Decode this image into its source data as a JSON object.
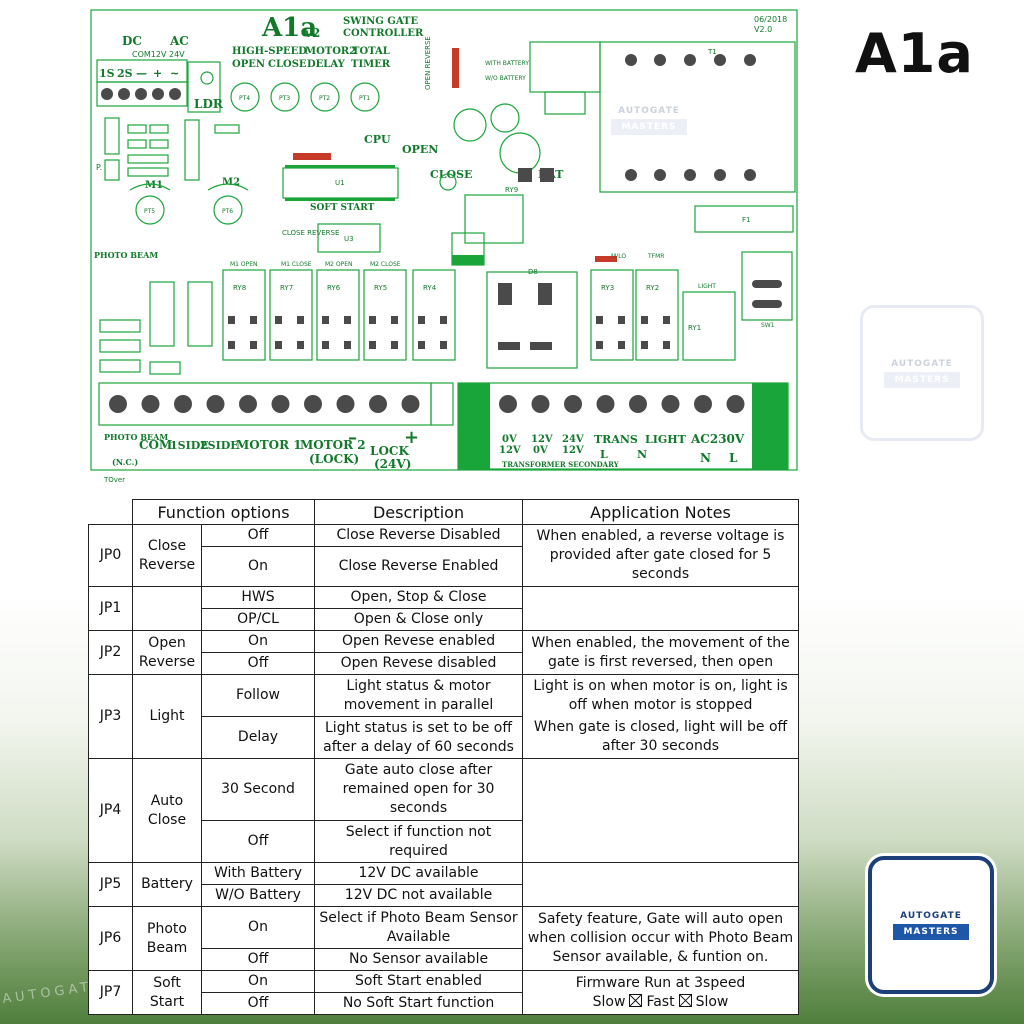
{
  "brand": {
    "model": "A1a",
    "watermark_top": "AUTOGATE",
    "watermark_bottom": "MASTERS"
  },
  "board": {
    "model": "A1a",
    "model_sub": "v2",
    "title_lines": [
      "SWING GATE",
      "CONTROLLER"
    ],
    "date": "06/2018",
    "version": "V2.0",
    "power_labels": {
      "dc": "DC",
      "ac": "AC",
      "row": "COM12V 24V"
    },
    "input_labels": [
      "1S",
      "2S",
      "—",
      "+",
      "~"
    ],
    "ldr": "LDR",
    "pots": [
      "HIGH-SPEED",
      "MOTOR2",
      "TOTAL"
    ],
    "pots_row2": [
      "OPEN",
      "CLOSE",
      "DELAY",
      "TIMER"
    ],
    "pot_ids": [
      "PT4",
      "PT3",
      "PT2",
      "PT1",
      "PT5",
      "PT6"
    ],
    "labels": {
      "cpu": "CPU",
      "open": "OPEN",
      "close": "CLOSE",
      "bat": "BAT",
      "soft_start": "SOFT START",
      "photo_beam": "PHOTO BEAM",
      "m1": "M1",
      "m2": "M2",
      "light": "LIGHT",
      "with_battery": "WITH BATTERY",
      "wo_battery": "W/O BATTERY",
      "close_reverse": "CLOSE REVERSE",
      "open_reverse": "OPEN REVERSE",
      "t1": "T1",
      "f1": "F1",
      "sw1": "SW1",
      "ry9": "RY9",
      "ry1": "RY1",
      "u1": "U1",
      "u3": "U3",
      "d8": "D8",
      "tover": "TOver"
    },
    "relay_labels": [
      "RY8",
      "RY7",
      "RY6",
      "RY5",
      "RY4",
      "RY3",
      "RY2"
    ],
    "relay_heads": [
      "M1 OPEN",
      "M1 CLOSE",
      "M2 OPEN",
      "M2 CLOSE",
      "M/LO",
      "TFMR"
    ],
    "terminal_labels": [
      {
        "t": "PHOTO BEAM",
        "s": "(N.C.)"
      },
      {
        "t": "COM",
        "s": ""
      },
      {
        "t": "1SIDE",
        "s": ""
      },
      {
        "t": "2SIDE",
        "s": ""
      },
      {
        "t": "MOTOR 1",
        "s": ""
      },
      {
        "t": "MOTOR 2",
        "s": "(LOCK)"
      },
      {
        "t": "LOCK",
        "s": "(24V)"
      }
    ],
    "secondary_labels": {
      "v0": "0V",
      "v12a": "12V",
      "v24": "24V",
      "v12b": "12V",
      "v0b": "0V",
      "v12c": "12V",
      "caption": "TRANSFORMER SECONDARY",
      "trans": "TRANS",
      "light": "LIGHT",
      "ac": "AC230V",
      "l": "L",
      "n": "N",
      "n2": "N",
      "l2": "L"
    }
  },
  "table": {
    "headers": [
      "Function options",
      "Description",
      "Application Notes"
    ],
    "rows": [
      {
        "jp": "JP0",
        "func": "Close Reverse",
        "opts": [
          {
            "opt": "Off",
            "desc": "Close Reverse Disabled"
          },
          {
            "opt": "On",
            "desc": "Close Reverse Enabled"
          }
        ],
        "notes": [
          "When enabled, a reverse voltage is provided after gate closed for 5 seconds"
        ]
      },
      {
        "jp": "JP1",
        "func": "",
        "opts": [
          {
            "opt": "HWS",
            "desc": "Open, Stop & Close"
          },
          {
            "opt": "OP/CL",
            "desc": "Open & Close only"
          }
        ],
        "notes": [
          ""
        ]
      },
      {
        "jp": "JP2",
        "func": "Open Reverse",
        "opts": [
          {
            "opt": "On",
            "desc": "Open Revese enabled"
          },
          {
            "opt": "Off",
            "desc": "Open Revese disabled"
          }
        ],
        "notes": [
          "When enabled, the movement of the gate is first reversed, then open"
        ]
      },
      {
        "jp": "JP3",
        "func": "Light",
        "opts": [
          {
            "opt": "Follow",
            "desc": "Light status & motor movement in parallel"
          },
          {
            "opt": "Delay",
            "desc": "Light status is set to be off after a delay of 60 seconds"
          }
        ],
        "notes": [
          "Light is on when motor is on, light is off when motor is stopped",
          "When gate is closed, light will be off after 30 seconds"
        ]
      },
      {
        "jp": "JP4",
        "func": "Auto Close",
        "opts": [
          {
            "opt": "30 Second",
            "desc": "Gate auto close after remained open for 30 seconds"
          },
          {
            "opt": "Off",
            "desc": "Select if function not required"
          }
        ],
        "notes": [
          ""
        ]
      },
      {
        "jp": "JP5",
        "func": "Battery",
        "opts": [
          {
            "opt": "With Battery",
            "desc": "12V DC available"
          },
          {
            "opt": "W/O Battery",
            "desc": "12V DC not available"
          }
        ],
        "notes": [
          ""
        ]
      },
      {
        "jp": "JP6",
        "func": "Photo Beam",
        "opts": [
          {
            "opt": "On",
            "desc": "Select if Photo Beam Sensor Available"
          },
          {
            "opt": "Off",
            "desc": "No Sensor available"
          }
        ],
        "notes": [
          "Safety feature, Gate will auto open when collision occur with Photo Beam Sensor available, & funtion on."
        ]
      },
      {
        "jp": "JP7",
        "func": "Soft Start",
        "opts": [
          {
            "opt": "On",
            "desc": "Soft Start enabled"
          },
          {
            "opt": "Off",
            "desc": "No Soft Start function"
          }
        ],
        "notes": [
          "Firmware Run at 3speed"
        ],
        "speed_seq": [
          "Slow",
          "Fast",
          "Slow"
        ]
      }
    ]
  }
}
